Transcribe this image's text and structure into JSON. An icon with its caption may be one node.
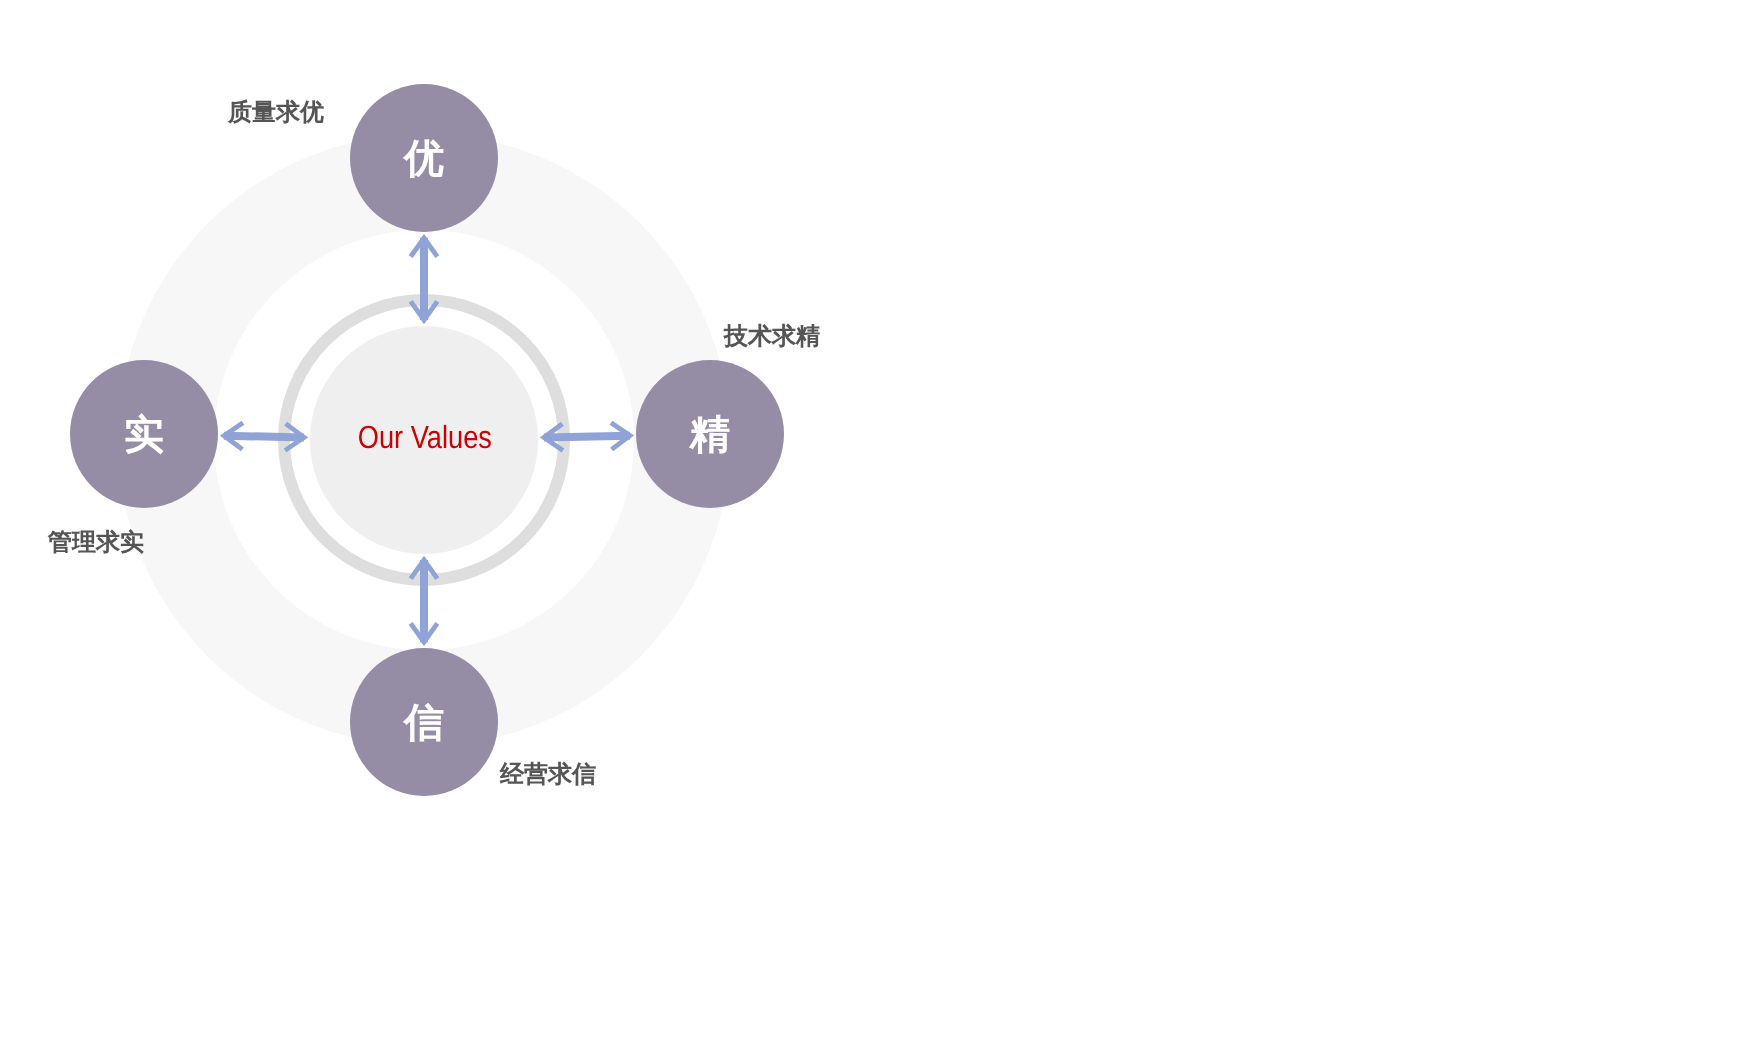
{
  "diagram": {
    "nodes": [
      {
        "text": [
          "Our Values"
        ]
      },
      {
        "text": [
          "优"
        ],
        "beside": [
          "质量求优"
        ]
      },
      {
        "text": [
          "精"
        ],
        "beside": [
          "技术求精"
        ]
      },
      {
        "text": [
          "信"
        ],
        "beside": [
          "经营求信"
        ]
      },
      {
        "text": [
          "实"
        ],
        "beside": [
          "管理求实"
        ]
      }
    ],
    "edges": [
      {
        "from": 0,
        "to": 1,
        "arrow": "both"
      },
      {
        "from": 0,
        "to": 2,
        "arrow": "both"
      },
      {
        "from": 0,
        "to": 3,
        "arrow": "both"
      },
      {
        "from": 0,
        "to": 4,
        "arrow": "both"
      }
    ]
  }
}
